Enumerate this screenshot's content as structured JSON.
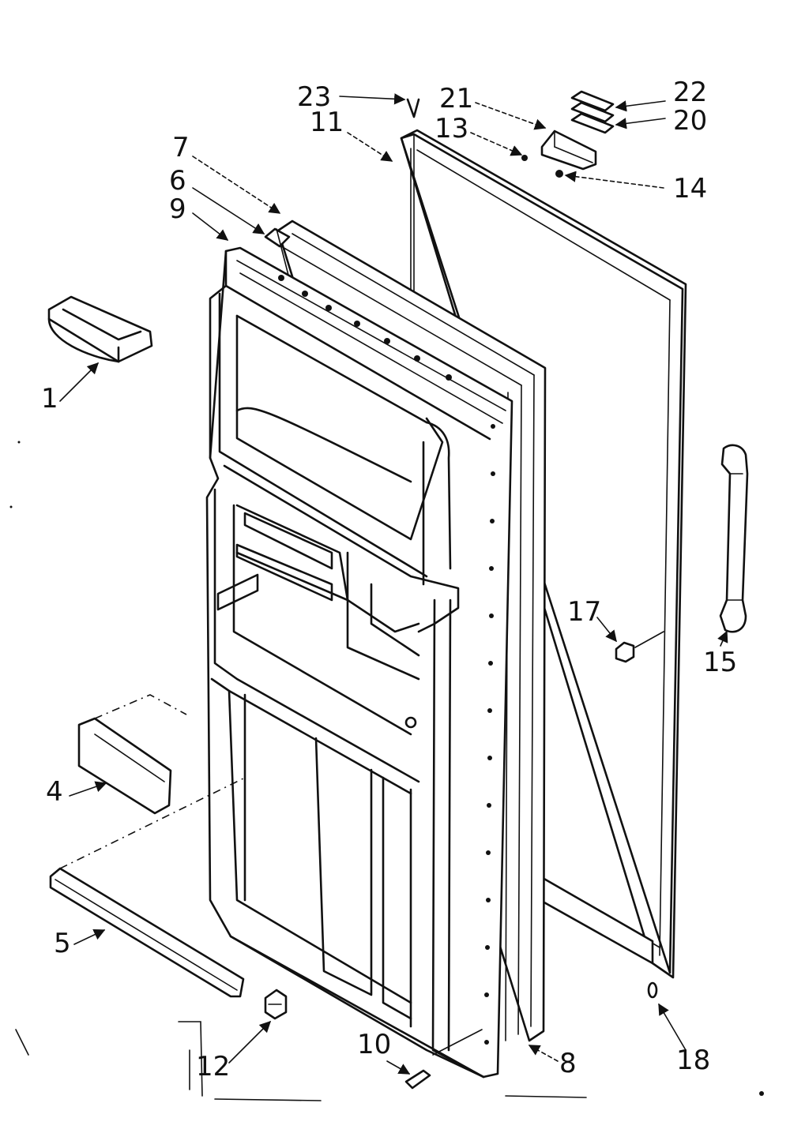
{
  "colors": {
    "ink": "#111111",
    "paper": "#ffffff"
  },
  "callouts": {
    "c1": "1",
    "c4": "4",
    "c5": "5",
    "c6": "6",
    "c7": "7",
    "c8": "8",
    "c9": "9",
    "c10": "10",
    "c11": "11",
    "c12": "12",
    "c13": "13",
    "c14": "14",
    "c15": "15",
    "c17": "17",
    "c18": "18",
    "c20": "20",
    "c21": "21",
    "c22": "22",
    "c23": "23"
  }
}
